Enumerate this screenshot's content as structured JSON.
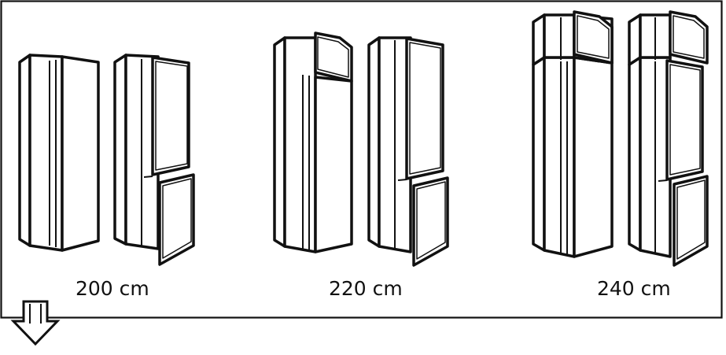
{
  "groups": [
    {
      "label": "200 cm",
      "top_cabinet": false
    },
    {
      "label": "220 cm",
      "top_cabinet": true
    },
    {
      "label": "240 cm",
      "top_cabinet": true
    }
  ],
  "colors": {
    "stroke": "#111111",
    "fill": "#ffffff"
  },
  "icons": {
    "down_arrow": "down-arrow-icon"
  }
}
